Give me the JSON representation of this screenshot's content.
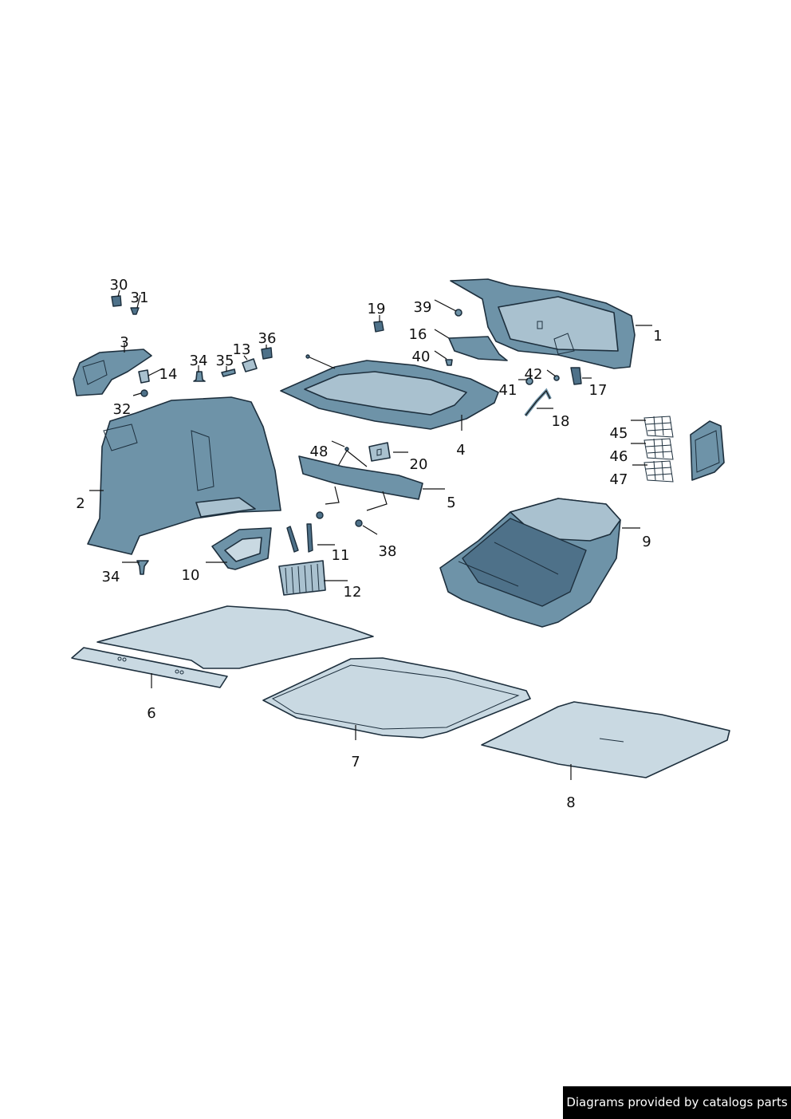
{
  "diagram": {
    "callouts": [
      "30",
      "31",
      "19",
      "39",
      "16",
      "1",
      "40",
      "3",
      "36",
      "13",
      "34",
      "35",
      "14",
      "42",
      "41",
      "17",
      "32",
      "4",
      "18",
      "45",
      "46",
      "47",
      "48",
      "20",
      "2",
      "5",
      "9",
      "11",
      "38",
      "34",
      "10",
      "12",
      "6",
      "7",
      "8"
    ]
  },
  "footer": {
    "label": "Diagrams provided by catalogs parts"
  },
  "colors": {
    "part": "#6e93a8",
    "part_light": "#a9c1cf",
    "outline": "#1d2f3d",
    "footer_bg": "#000000"
  }
}
